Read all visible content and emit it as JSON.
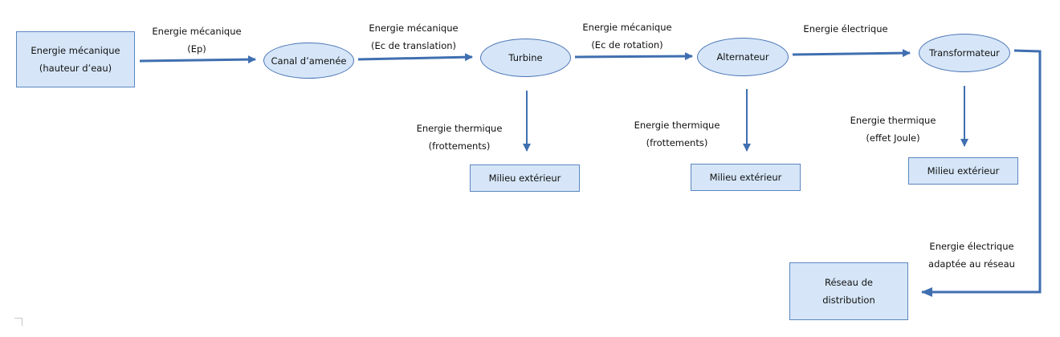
{
  "colors": {
    "arrow": "#3f6fb0",
    "node_fill": "#d6e6f8",
    "node_border": "#5b86c0"
  },
  "nodes": {
    "source": {
      "line1": "Energie mécanique",
      "line2": "(hauteur d’eau)"
    },
    "canal": "Canal d’amenée",
    "turbine": "Turbine",
    "alternateur": "Alternateur",
    "transformateur": "Transformateur",
    "milieu_1": "Milieu extérieur",
    "milieu_2": "Milieu extérieur",
    "milieu_3": "Milieu extérieur",
    "reseau": {
      "line1": "Réseau de",
      "line2": "distribution"
    }
  },
  "flows": {
    "source_to_canal": {
      "line1": "Energie mécanique",
      "line2": "(Ep)"
    },
    "canal_to_turbine": {
      "line1": "Energie mécanique",
      "line2": "(Ec de translation)"
    },
    "turbine_to_alternateur": {
      "line1": "Energie mécanique",
      "line2": "(Ec de rotation)"
    },
    "alternateur_to_transformateur": {
      "line1": "Energie électrique"
    },
    "turbine_loss": {
      "line1": "Energie thermique",
      "line2": "(frottements)"
    },
    "alternateur_loss": {
      "line1": "Energie thermique",
      "line2": "(frottements)"
    },
    "transformateur_loss": {
      "line1": "Energie thermique",
      "line2": "(effet Joule)"
    },
    "transformateur_to_reseau": {
      "line1": "Energie électrique",
      "line2": "adaptée au réseau"
    }
  }
}
